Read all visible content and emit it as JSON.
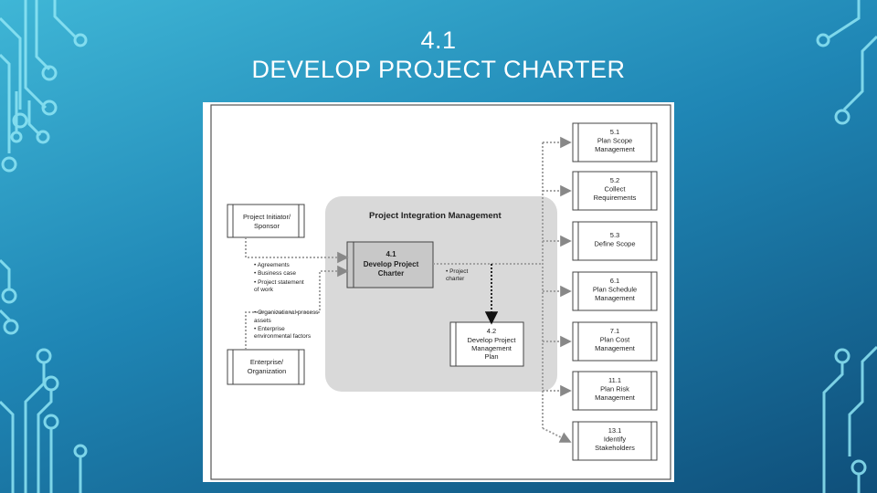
{
  "slide": {
    "title_line1": "4.1",
    "title_line2": "DEVELOP PROJECT CHARTER"
  },
  "diagram": {
    "group_label": "Project Integration Management",
    "center_process": {
      "id": "4.1",
      "name_line1": "Develop Project",
      "name_line2": "Charter"
    },
    "output_process": {
      "id": "4.2",
      "name_line1": "Develop Project",
      "name_line2": "Management",
      "name_line3": "Plan"
    },
    "sponsor": {
      "line1": "Project Initiator/",
      "line2": "Sponsor"
    },
    "enterprise": {
      "line1": "Enterprise/",
      "line2": "Organization"
    },
    "sponsor_inputs": [
      "• Agreements",
      "• Business case",
      "• Project statement",
      "  of work"
    ],
    "enterprise_inputs": [
      "• Organizational process",
      "  assets",
      "• Enterprise",
      "  environmental factors"
    ],
    "output_label": [
      "• Project",
      "  charter"
    ],
    "targets": [
      {
        "id": "5.1",
        "line1": "Plan Scope",
        "line2": "Management"
      },
      {
        "id": "5.2",
        "line1": "Collect",
        "line2": "Requirements"
      },
      {
        "id": "5.3",
        "line1": "Define Scope",
        "line2": ""
      },
      {
        "id": "6.1",
        "line1": "Plan Schedule",
        "line2": "Management"
      },
      {
        "id": "7.1",
        "line1": "Plan Cost",
        "line2": "Management"
      },
      {
        "id": "11.1",
        "line1": "Plan Risk",
        "line2": "Management"
      },
      {
        "id": "13.1",
        "line1": "Identify",
        "line2": "Stakeholders"
      }
    ]
  }
}
